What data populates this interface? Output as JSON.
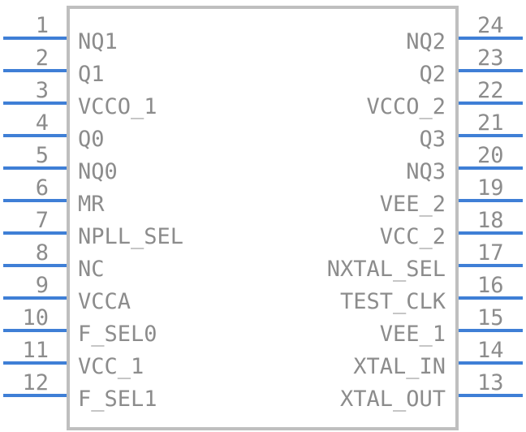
{
  "component": {
    "left_pins": [
      {
        "number": "1",
        "name": "NQ1"
      },
      {
        "number": "2",
        "name": "Q1"
      },
      {
        "number": "3",
        "name": "VCCO_1"
      },
      {
        "number": "4",
        "name": "Q0"
      },
      {
        "number": "5",
        "name": "NQ0"
      },
      {
        "number": "6",
        "name": "MR"
      },
      {
        "number": "7",
        "name": "NPLL_SEL"
      },
      {
        "number": "8",
        "name": "NC"
      },
      {
        "number": "9",
        "name": "VCCA"
      },
      {
        "number": "10",
        "name": "F_SEL0"
      },
      {
        "number": "11",
        "name": "VCC_1"
      },
      {
        "number": "12",
        "name": "F_SEL1"
      }
    ],
    "right_pins": [
      {
        "number": "24",
        "name": "NQ2"
      },
      {
        "number": "23",
        "name": "Q2"
      },
      {
        "number": "22",
        "name": "VCCO_2"
      },
      {
        "number": "21",
        "name": "Q3"
      },
      {
        "number": "20",
        "name": "NQ3"
      },
      {
        "number": "19",
        "name": "VEE_2"
      },
      {
        "number": "18",
        "name": "VCC_2"
      },
      {
        "number": "17",
        "name": "NXTAL_SEL"
      },
      {
        "number": "16",
        "name": "TEST_CLK"
      },
      {
        "number": "15",
        "name": "VEE_1"
      },
      {
        "number": "14",
        "name": "XTAL_IN"
      },
      {
        "number": "13",
        "name": "XTAL_OUT"
      }
    ],
    "colors": {
      "pin_line": "#3f7fd6",
      "body_outline": "#bfbfbf",
      "text": "#8c8c8c"
    }
  }
}
